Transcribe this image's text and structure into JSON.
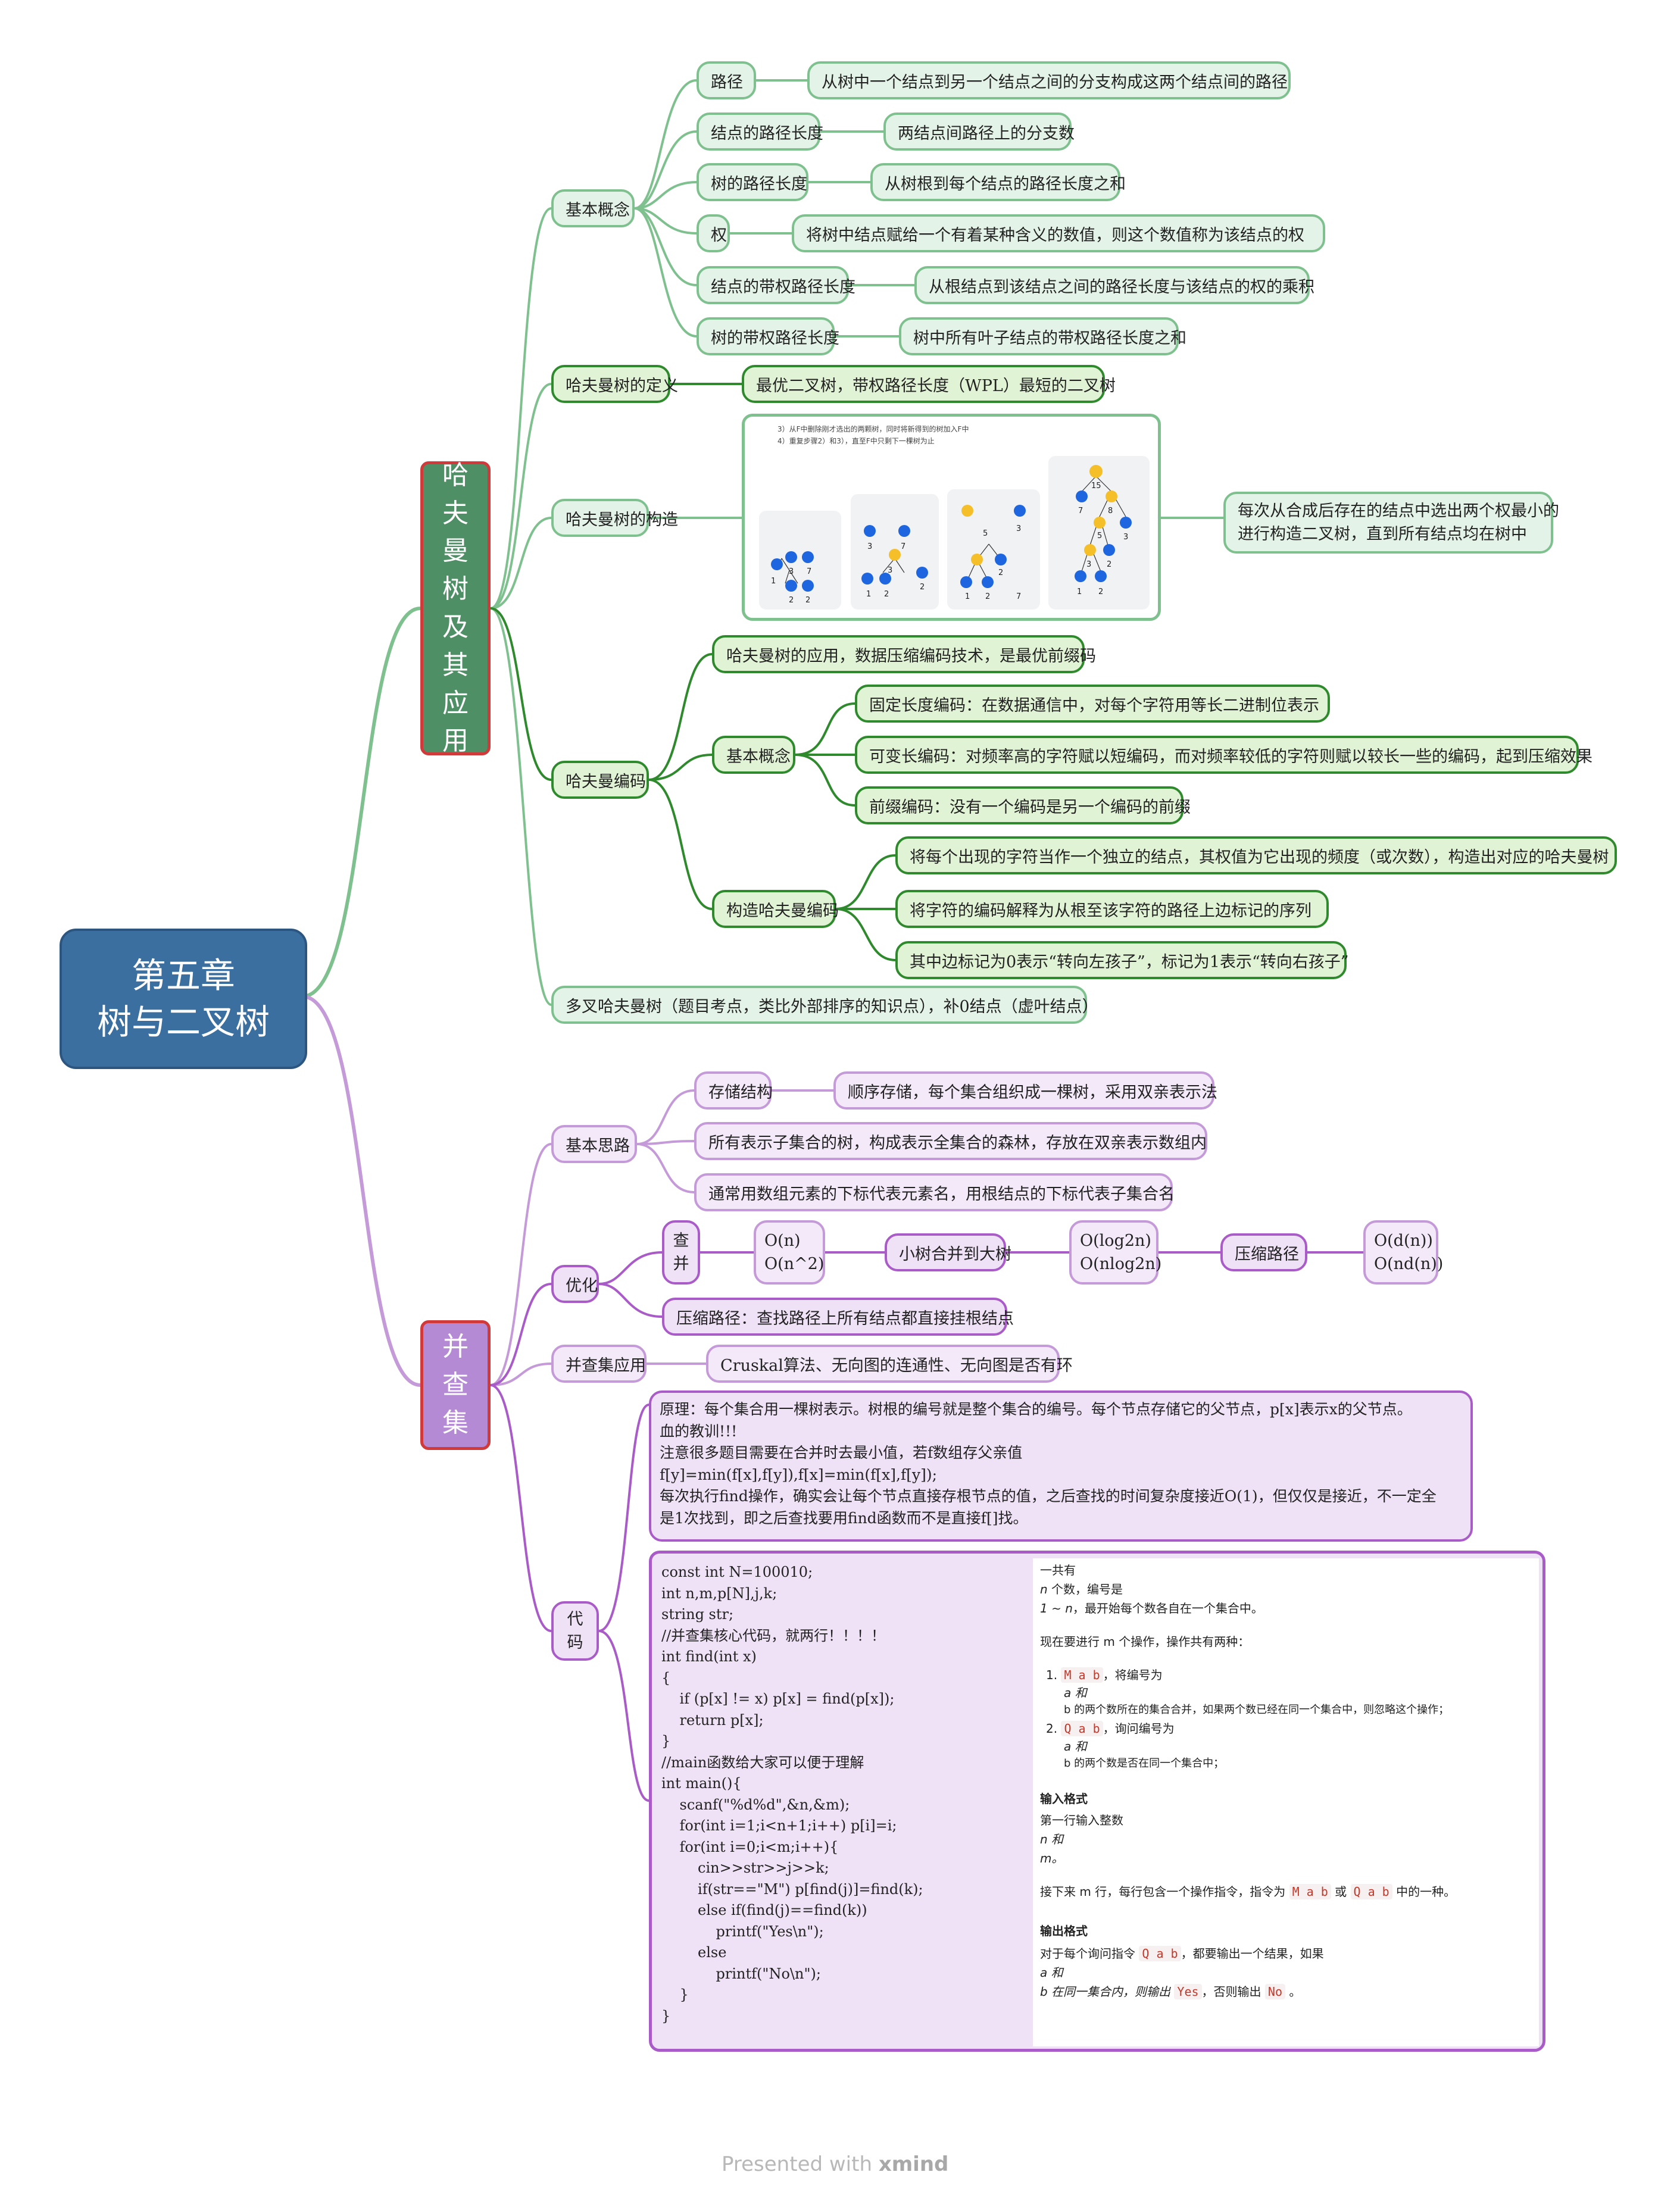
{
  "root": {
    "line1": "第五章",
    "line2": "树与二叉树"
  },
  "branch_huffman": {
    "chars": [
      "哈",
      "夫",
      "曼",
      "树",
      "及",
      "其",
      "应",
      "用"
    ]
  },
  "branch_dsu": {
    "chars": [
      "并",
      "查",
      "集"
    ]
  },
  "basic": {
    "label": "基本概念",
    "items": [
      {
        "term": "路径",
        "desc": "从树中一个结点到另一个结点之间的分支构成这两个结点间的路径"
      },
      {
        "term": "结点的路径长度",
        "desc": "两结点间路径上的分支数"
      },
      {
        "term": "树的路径长度",
        "desc": "从树根到每个结点的路径长度之和"
      },
      {
        "term": "权",
        "desc": "将树中结点赋给一个有着某种含义的数值，则这个数值称为该结点的权"
      },
      {
        "term": "结点的带权路径长度",
        "desc": "从根结点到该结点之间的路径长度与该结点的权的乘积"
      },
      {
        "term": "树的带权路径长度",
        "desc": "树中所有叶子结点的带权路径长度之和"
      }
    ]
  },
  "def": {
    "label": "哈夫曼树的定义",
    "desc": "最优二叉树，带权路径长度（WPL）最短的二叉树"
  },
  "construct": {
    "label": "哈夫曼树的构造",
    "caption1": "3）从F中删除刚才选出的两颗树，同时将新得到的树加入F中",
    "caption2": "4）重复步骤2）和3），直至F中只剩下一棵树为止",
    "desc_line1": "每次从合成后存在的结点中选出两个权最小的",
    "desc_line2": "进行构造二叉树，直到所有结点均在树中"
  },
  "coding": {
    "label": "哈夫曼编码",
    "app": "哈夫曼树的应用，数据压缩编码技术，是最优前缀码",
    "basic_label": "基本概念",
    "basic_items": [
      "固定长度编码：在数据通信中，对每个字符用等长二进制位表示",
      "可变长编码：对频率高的字符赋以短编码，而对频率较低的字符则赋以较长一些的编码，起到压缩效果",
      "前缀编码：没有一个编码是另一个编码的前缀"
    ],
    "build_label": "构造哈夫曼编码",
    "build_items": [
      "将每个出现的字符当作一个独立的结点，其权值为它出现的频度（或次数），构造出对应的哈夫曼树",
      "将字符的编码解释为从根至该字符的路径上边标记的序列",
      "其中边标记为0表示“转向左孩子”，标记为1表示“转向右孩子”"
    ]
  },
  "kary": "多叉哈夫曼树（题目考点，类比外部排序的知识点），补0结点（虚叶结点）",
  "dsu_basic": {
    "label": "基本思路",
    "storage_label": "存储结构",
    "storage_desc": "顺序存储，每个集合组织成一棵树，采用双亲表示法",
    "item2": "所有表示子集合的树，构成表示全集合的森林，存放在双亲表示数组内",
    "item3": "通常用数组元素的下标代表元素名，用根结点的下标代表子集合名"
  },
  "opt": {
    "label": "优化",
    "chain": [
      "查",
      "并"
    ],
    "c1": [
      "O(n)",
      "O(n^2)"
    ],
    "step1": "小树合并到大树",
    "c2": [
      "O(log2n)",
      "O(nlog2n)"
    ],
    "step2": "压缩路径",
    "c3": [
      "O(d(n))",
      "O(nd(n))"
    ],
    "note": "压缩路径：查找路径上所有结点都直接挂根结点"
  },
  "app": {
    "label": "并查集应用",
    "desc": "Cruskal算法、无向图的连通性、无向图是否有环"
  },
  "code": {
    "label": [
      "代",
      "码"
    ],
    "principle": [
      "原理：每个集合用一棵树表示。树根的编号就是整个集合的编号。每个节点存储它的父节点，p[x]表示x的父节点。",
      "血的教训!!!",
      "注意很多题目需要在合并时去最小值，若f数组存父亲值",
      "f[y]=min(f[x],f[y]),f[x]=min(f[x],f[y]);",
      "每次执行find操作，确实会让每个节点直接存根节点的值，之后查找的时间复杂度接近O(1)，但仅仅是接近，不一定全",
      "是1次找到，即之后查找要用find函数而不是直接f[]找。"
    ],
    "lines": [
      "const int N=100010;",
      "int n,m,p[N],j,k;",
      "string str;",
      "//并查集核心代码，就两行！！！！",
      "int find(int x)",
      "{",
      "    if (p[x] != x) p[x] = find(p[x]);",
      "    return p[x];",
      "}",
      "//main函数给大家可以便于理解",
      "int main(){",
      "    scanf(\"%d%d\",&n,&m);",
      "    for(int i=1;i<n+1;i++) p[i]=i;",
      "    for(int i=0;i<m;i++){",
      "        cin>>str>>j>>k;",
      "        if(str==\"M\") p[find(j)]=find(k);",
      "        else if(find(j)==find(k))",
      "            printf(\"Yes\\n\");",
      "        else",
      "            printf(\"No\\n\");",
      "    }",
      "}"
    ],
    "problem": {
      "l1": "一共有",
      "l2a": "n",
      "l2b": " 个数，编号是",
      "l3a": "1 ∼ n",
      "l3b": "，最开始每个数各自在一个集合中。",
      "l4": "现在要进行 m 个操作，操作共有两种：",
      "op1_num": "1.",
      "op1_chip": "M a b",
      "op1_text": "，将编号为",
      "op1_a": "a 和",
      "op1_b": "b 的两个数所在的集合合并，如果两个数已经在同一个集合中，则忽略这个操作；",
      "op2_num": "2.",
      "op2_chip": "Q a b",
      "op2_text": "，询问编号为",
      "op2_a": "a 和",
      "op2_b": "b 的两个数是否在同一个集合中；",
      "in_title": "输入格式",
      "in_1": "第一行输入整数",
      "in_2": "n 和",
      "in_3": "m。",
      "in_4a": "接下来 m 行，每行包含一个操作指令，指令为",
      "in_chip1": "M a b",
      "in_or": "或",
      "in_chip2": "Q a b",
      "in_4b": "中的一种。",
      "out_title": "输出格式",
      "out_1a": "对于每个询问指令",
      "out_chip": "Q a b",
      "out_1b": "，都要输出一个结果，如果",
      "out_2": "a 和",
      "out_3a": "b 在同一集合内，则输出",
      "out_yes": "Yes",
      "out_3b": "，否则输出",
      "out_no": "No",
      "out_3c": "。"
    }
  },
  "footer": {
    "presented": "Presented with",
    "brand": "xmind"
  },
  "colors": {
    "root": "#3b6fa0",
    "huffman": "#4f8f66",
    "dsu": "#b58ad4",
    "green_line": "#2e8a2c",
    "purple_line": "#a95cc8"
  }
}
